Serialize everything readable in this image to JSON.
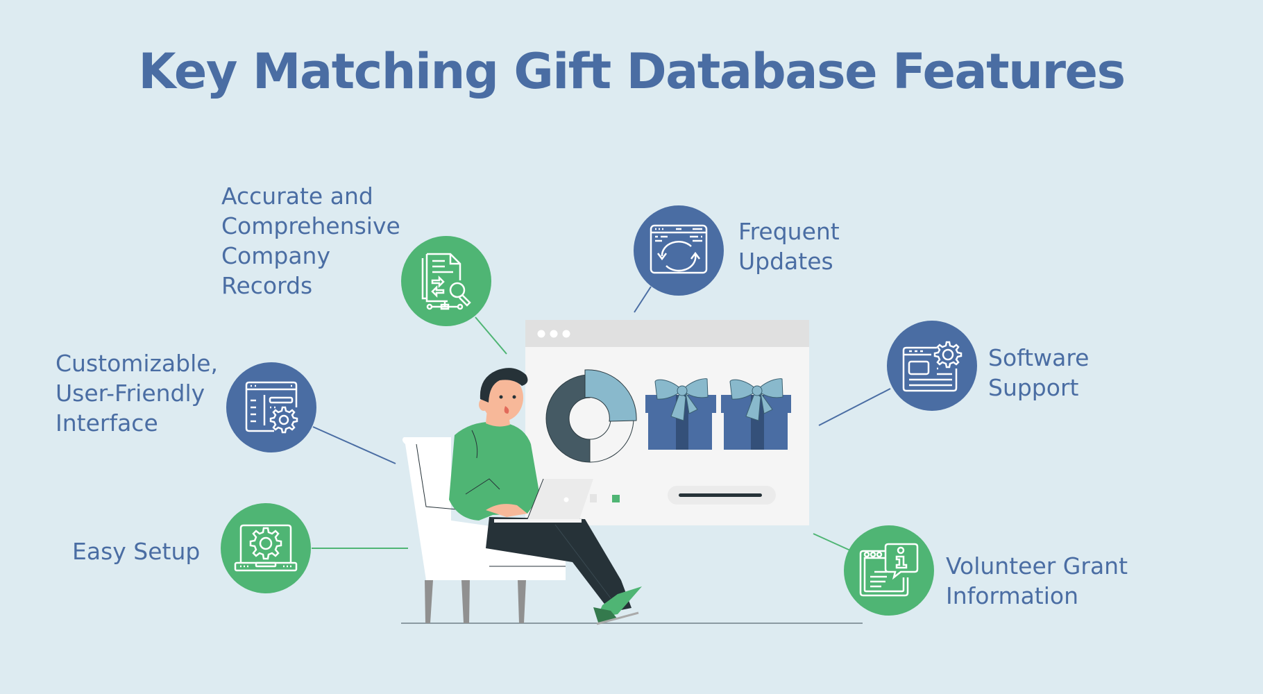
{
  "title": "Key Matching Gift Database Features",
  "colors": {
    "background": "#ddebf1",
    "title_text": "#4a6da3",
    "accent_blue": "#4a6da3",
    "accent_green": "#4fb574",
    "donut_dark": "#455a64",
    "donut_light_blue": "#89b9cc",
    "gift_box": "#4a6da3",
    "gift_ribbon": "#345079"
  },
  "features": [
    {
      "id": "records",
      "lines": [
        "Accurate and",
        "Comprehensive",
        "Company",
        "Records"
      ],
      "icon": "document-search-icon",
      "circle_color": "green"
    },
    {
      "id": "updates",
      "lines": [
        "Frequent",
        "Updates"
      ],
      "icon": "browser-refresh-icon",
      "circle_color": "blue"
    },
    {
      "id": "interface",
      "lines": [
        "Customizable,",
        "User-Friendly",
        "Interface"
      ],
      "icon": "browser-settings-icon",
      "circle_color": "blue"
    },
    {
      "id": "support",
      "lines": [
        "Software",
        "Support"
      ],
      "icon": "browser-gear-icon",
      "circle_color": "blue"
    },
    {
      "id": "setup",
      "lines": [
        "Easy Setup"
      ],
      "icon": "laptop-gear-icon",
      "circle_color": "green"
    },
    {
      "id": "volunteer",
      "lines": [
        "Volunteer Grant",
        "Information"
      ],
      "icon": "browser-info-icon",
      "circle_color": "green"
    }
  ],
  "illustration": {
    "browser_window": {
      "dots": 3
    },
    "donut_segments": [
      {
        "name": "dark",
        "share": 50
      },
      {
        "name": "light-blue",
        "share": 25
      },
      {
        "name": "white",
        "share": 25
      }
    ],
    "gift_boxes": 2
  }
}
